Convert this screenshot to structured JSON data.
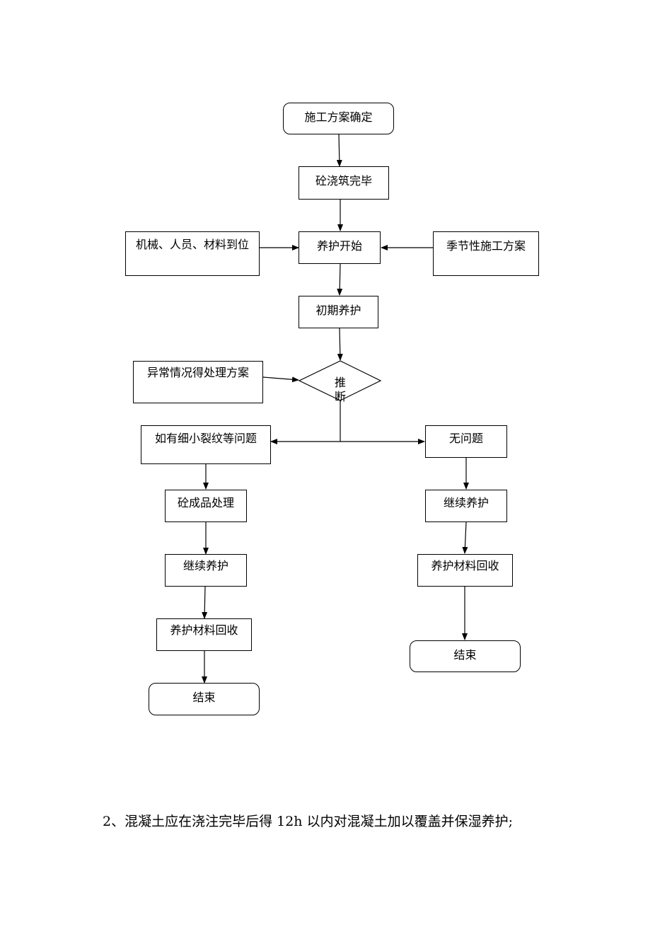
{
  "nodes": {
    "plan_confirm": "施工方案确定",
    "pour_done": "砼浇筑完毕",
    "machines_ready": "机械、人员、材料到位",
    "curing_start": "养护开始",
    "seasonal_plan": "季节性施工方案",
    "initial_curing": "初期养护",
    "abnormal_plan": "异常情况得处理方案",
    "judge": "推断",
    "crack_issue": "如有细小裂纹等问题",
    "no_issue": "无问题",
    "product_treat": "砼成品处理",
    "continue_left": "继续养护",
    "continue_right": "继续养护",
    "recycle_left": "养护材料回收",
    "recycle_right": "养护材料回收",
    "end_left": "结束",
    "end_right": "结束"
  },
  "caption": "2、混凝土应在浇注完毕后得 12h 以内对混凝土加以覆盖并保湿养护;"
}
